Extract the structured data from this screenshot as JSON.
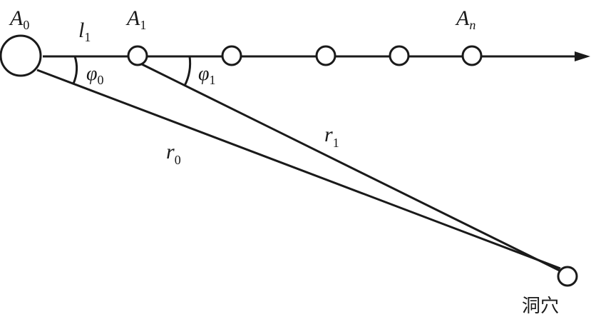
{
  "labels": {
    "a0": {
      "main": "A",
      "sub": "0"
    },
    "l1": {
      "main": "l",
      "sub": "1"
    },
    "a1": {
      "main": "A",
      "sub": "1"
    },
    "an": {
      "main": "A",
      "sub": "n"
    },
    "phi0": {
      "main": "φ",
      "sub": "0"
    },
    "phi1": {
      "main": "φ",
      "sub": "1"
    },
    "r1": {
      "main": "r",
      "sub": "1"
    },
    "r0": {
      "main": "r",
      "sub": "0"
    },
    "cave": "洞穴"
  }
}
